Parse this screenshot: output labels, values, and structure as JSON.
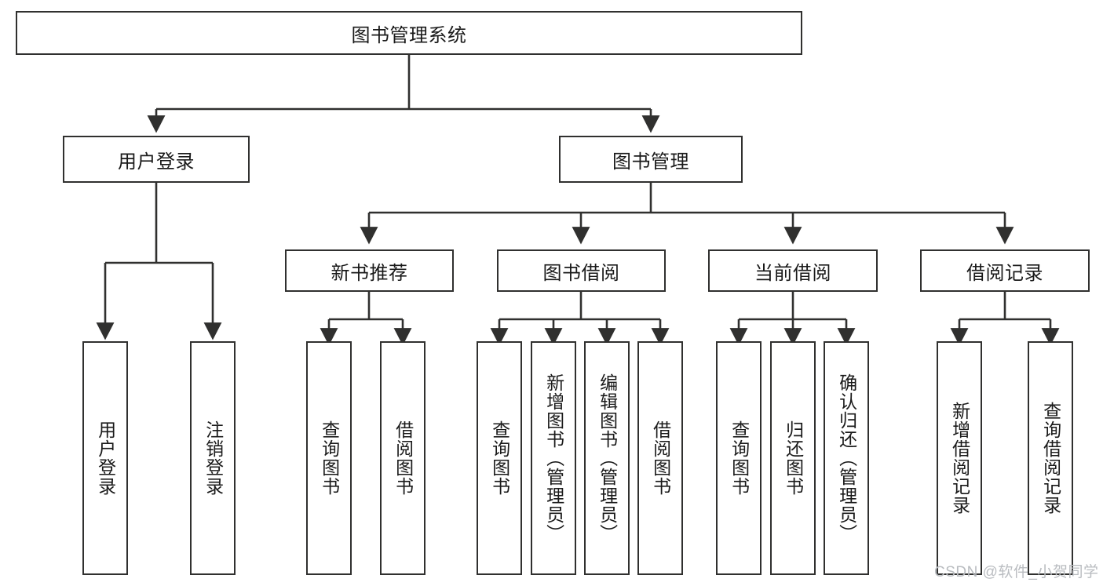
{
  "diagram": {
    "title_box": {
      "label": "图书管理系统"
    },
    "level2": [
      {
        "id": "user-login",
        "label": "用户登录"
      },
      {
        "id": "book-management",
        "label": "图书管理"
      }
    ],
    "level3": [
      {
        "id": "new-book-recommend",
        "label": "新书推荐"
      },
      {
        "id": "book-borrow",
        "label": "图书借阅"
      },
      {
        "id": "current-borrow",
        "label": "当前借阅"
      },
      {
        "id": "borrow-record",
        "label": "借阅记录"
      }
    ],
    "leaves": {
      "user_login": [
        {
          "id": "leaf-user-login",
          "label": "用户登录"
        },
        {
          "id": "leaf-logout",
          "label": "注销登录"
        }
      ],
      "new_book_recommend": [
        {
          "id": "leaf-query-book-1",
          "label": "查询图书"
        },
        {
          "id": "leaf-borrow-book-1",
          "label": "借阅图书"
        }
      ],
      "book_borrow": [
        {
          "id": "leaf-query-book-2",
          "label": "查询图书"
        },
        {
          "id": "leaf-add-book",
          "label": "新增图书（管理员）"
        },
        {
          "id": "leaf-edit-book",
          "label": "编辑图书（管理员）"
        },
        {
          "id": "leaf-borrow-book-2",
          "label": "借阅图书"
        }
      ],
      "current_borrow": [
        {
          "id": "leaf-query-book-3",
          "label": "查询图书"
        },
        {
          "id": "leaf-return-book",
          "label": "归还图书"
        },
        {
          "id": "leaf-confirm-return",
          "label": "确认归还（管理员）"
        }
      ],
      "borrow_record": [
        {
          "id": "leaf-add-record",
          "label": "新增借阅记录"
        },
        {
          "id": "leaf-query-record",
          "label": "查询借阅记录"
        }
      ]
    }
  },
  "watermark": {
    "text": "CSDN @软件_小贺同学"
  },
  "colors": {
    "stroke": "#30302f",
    "background": "#ffffff",
    "text": "#1a1a1a",
    "watermark": "#b9bcc0"
  }
}
